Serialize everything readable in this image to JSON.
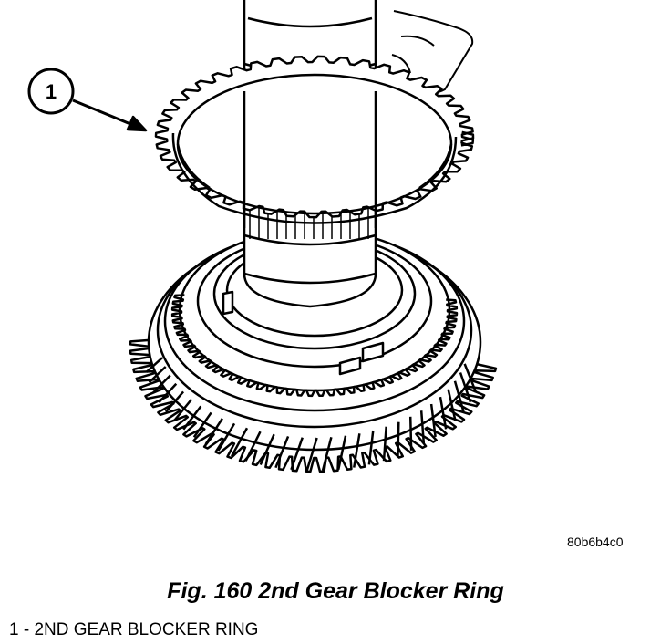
{
  "figure": {
    "callout_number": "1",
    "image_id": "80b6b4c0",
    "caption": "Fig. 160 2nd Gear Blocker Ring",
    "legend": [
      "1 - 2ND GEAR BLOCKER RING"
    ]
  }
}
